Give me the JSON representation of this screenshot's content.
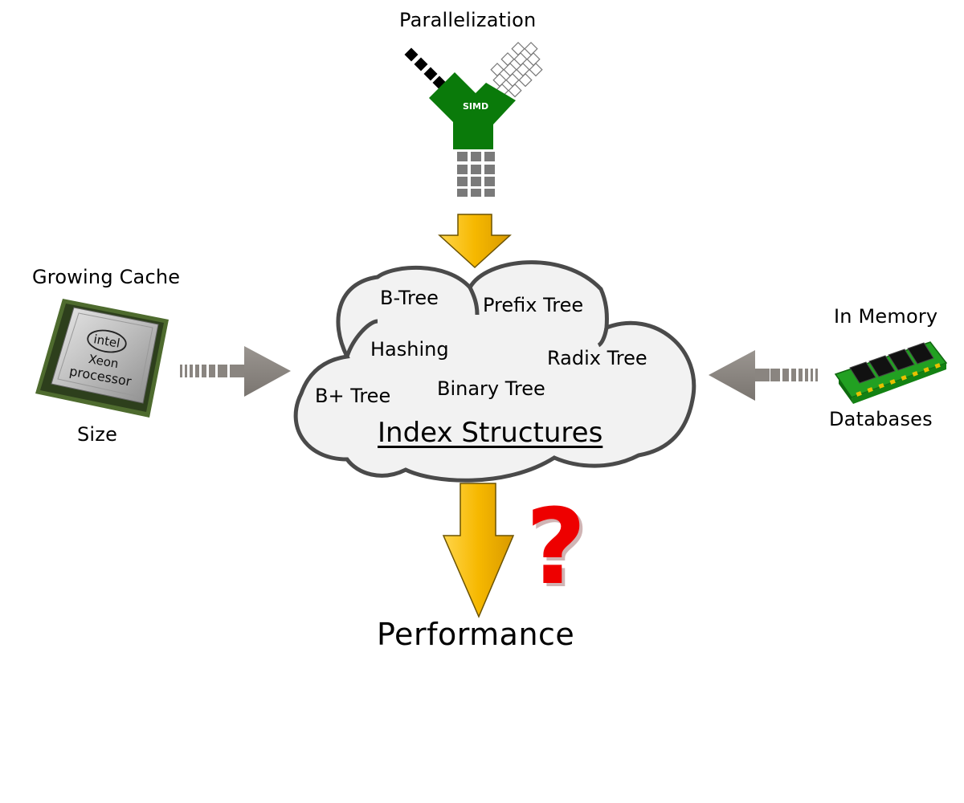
{
  "top": {
    "label": "Parallelization",
    "simd_label": "SIMD"
  },
  "left": {
    "top_label": "Growing Cache",
    "bottom_label": "Size",
    "chip_brand": "intel",
    "chip_line1": "Xeon",
    "chip_line2": "processor"
  },
  "right": {
    "top_label": "In Memory",
    "bottom_label": "Databases"
  },
  "cloud": {
    "items": [
      "B-Tree",
      "Prefix Tree",
      "Hashing",
      "Radix Tree",
      "B+ Tree",
      "Binary Tree"
    ],
    "title": "Index Structures"
  },
  "bottom": {
    "label": "Performance",
    "question": "?"
  },
  "colors": {
    "arrow_gold": "#f6b800",
    "arrow_gray": "#8a8580",
    "simd_green": "#0a7a0a",
    "question_red": "#ee0000",
    "cloud_fill": "#f2f2f2",
    "cloud_stroke": "#4a4a4a"
  }
}
